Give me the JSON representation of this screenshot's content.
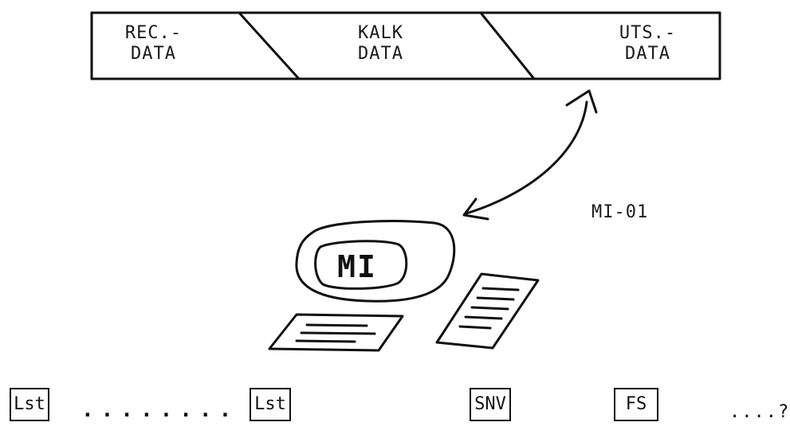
{
  "data_bar": {
    "segments": [
      {
        "line1": "REC.-",
        "line2": "DATA"
      },
      {
        "line1": "KALK",
        "line2": "DATA"
      },
      {
        "line1": "UTS.-",
        "line2": "DATA"
      }
    ]
  },
  "figure_label": "MI-01",
  "terminal": {
    "screen_text": "MI"
  },
  "bottom_row": {
    "boxes": [
      "Lst",
      "Lst",
      "SNV",
      "FS"
    ],
    "dots_1": "........",
    "dots_2": "....?"
  },
  "colors": {
    "ink": "#111111",
    "paper": "#ffffff"
  }
}
